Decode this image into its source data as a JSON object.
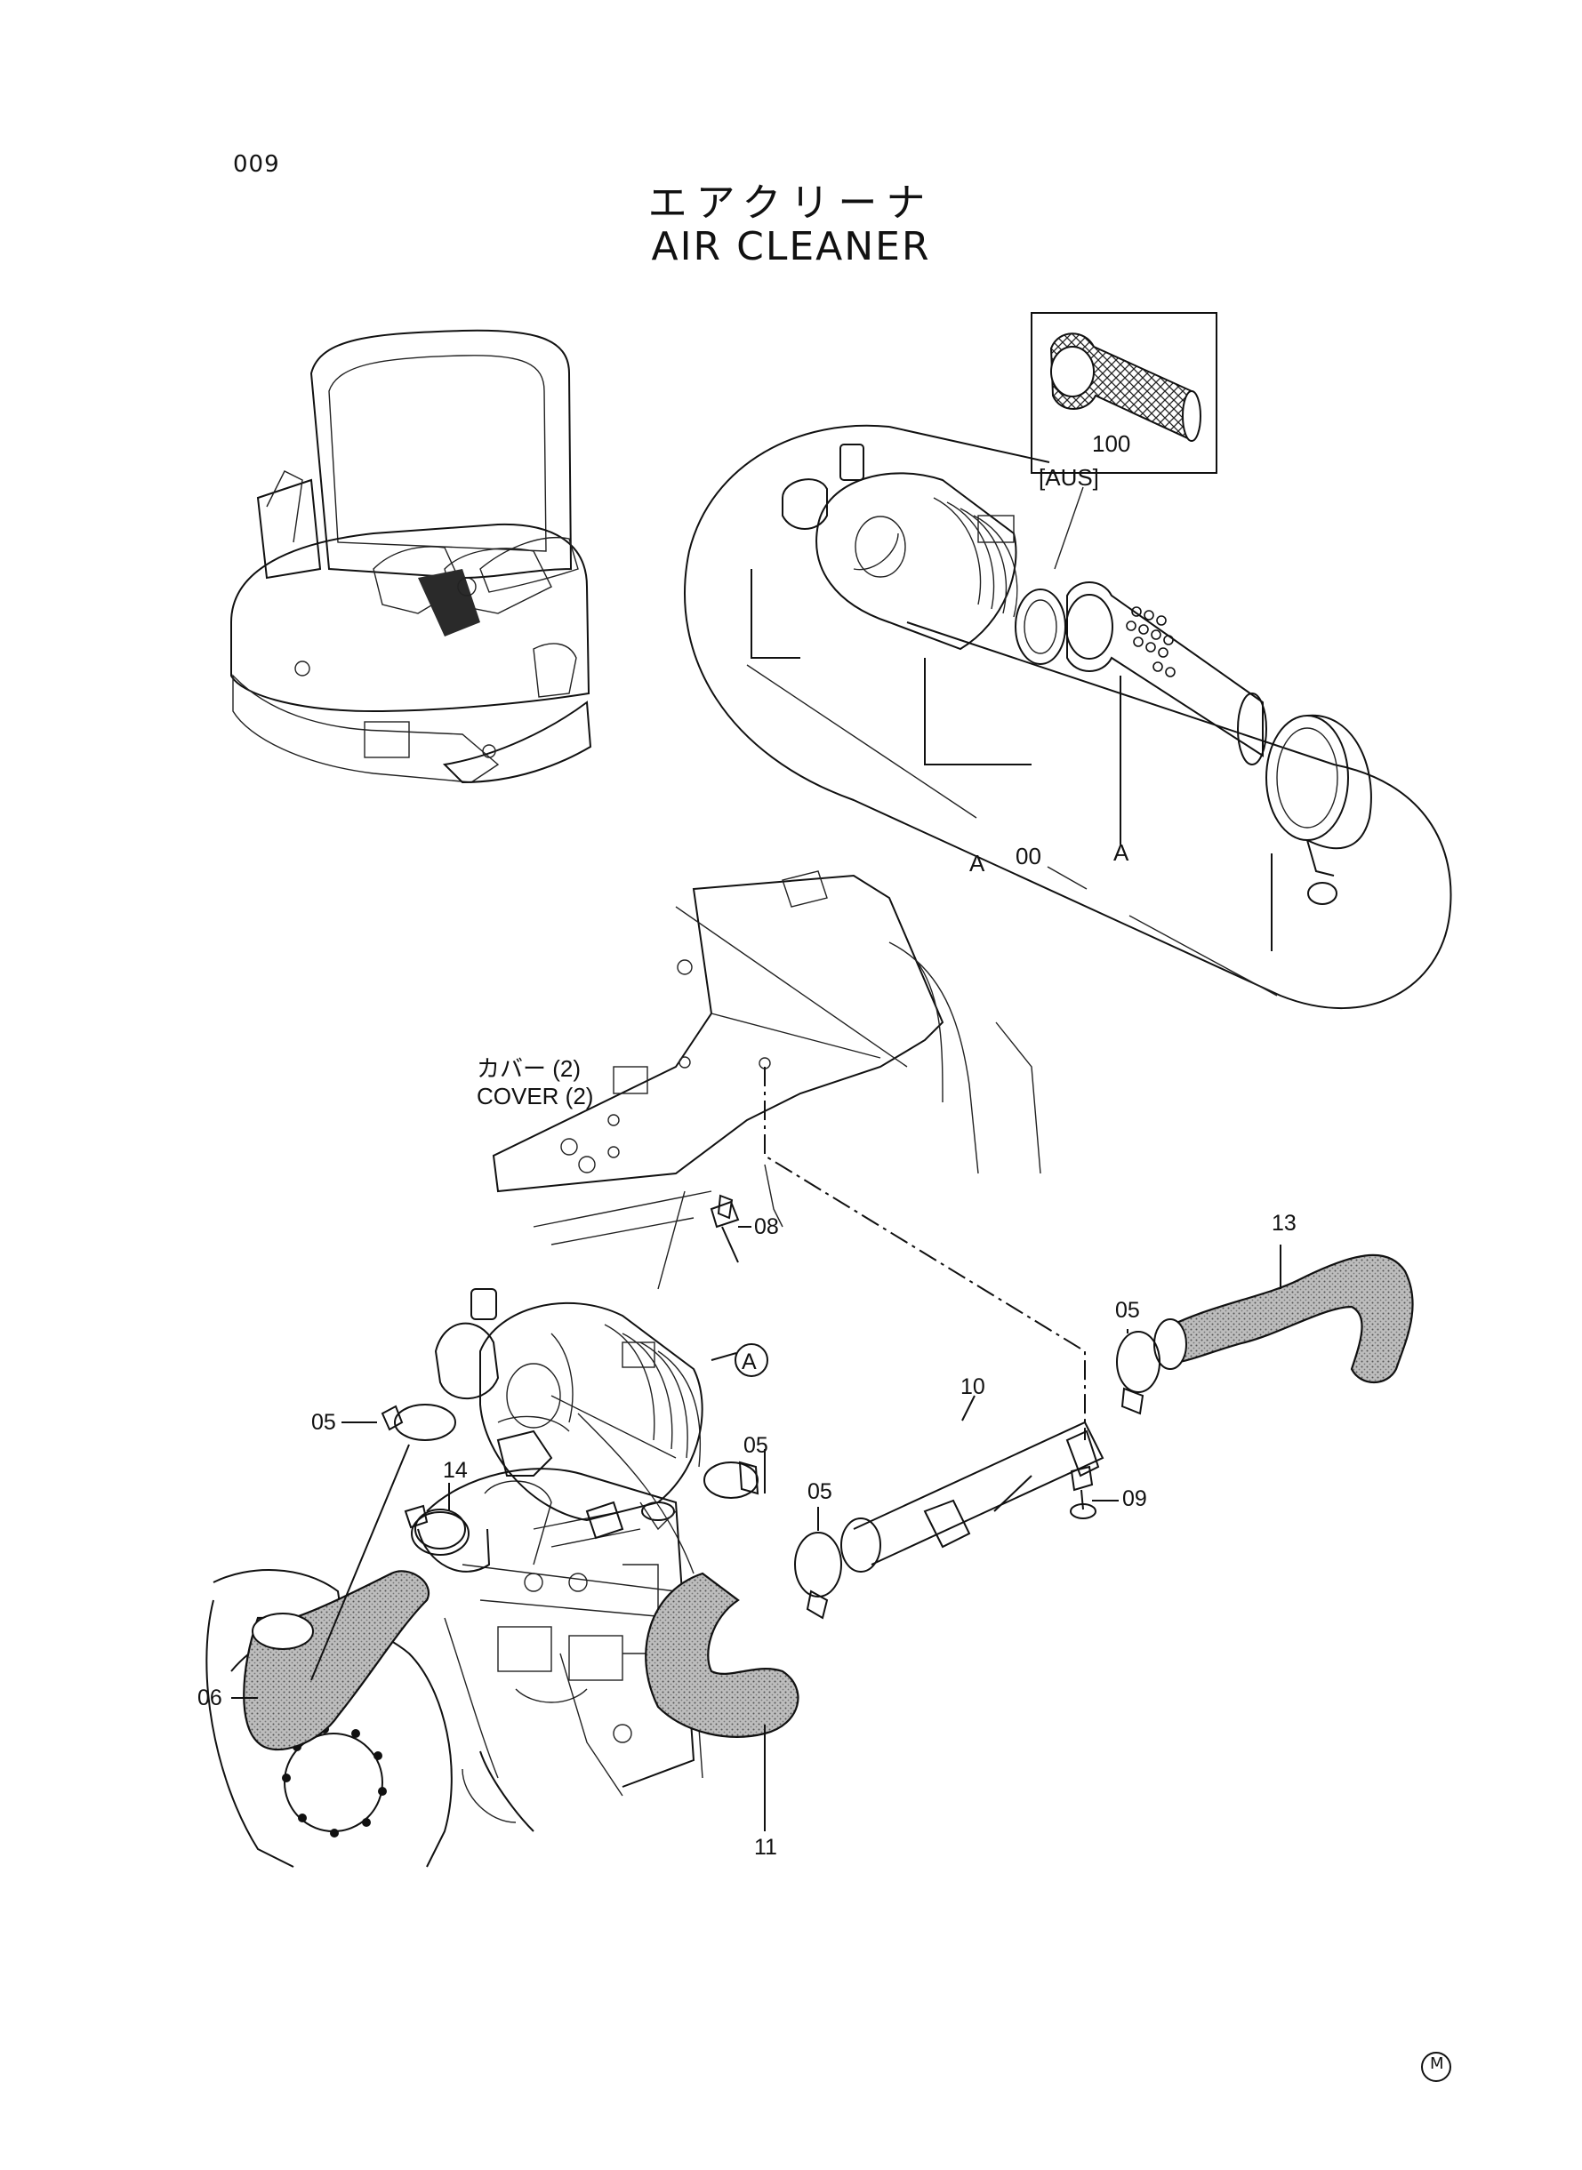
{
  "page": {
    "number": "009",
    "title_jp": "エアクリーナ",
    "title_en": "AIR CLEANER",
    "mark": "M"
  },
  "callouts": {
    "filter_inset": "100",
    "aus": "[AUS]",
    "assembly": "00",
    "a_left": "A",
    "a_right": "A",
    "a_ref": "A",
    "cover_jp": "カバー (2)",
    "cover_en": "COVER (2)",
    "p08": "08",
    "p13": "13",
    "p05_right": "05",
    "p10": "10",
    "p09": "09",
    "p05_left": "05",
    "p05_mid": "05",
    "p05_low": "05",
    "p14": "14",
    "p06": "06",
    "p11": "11"
  }
}
